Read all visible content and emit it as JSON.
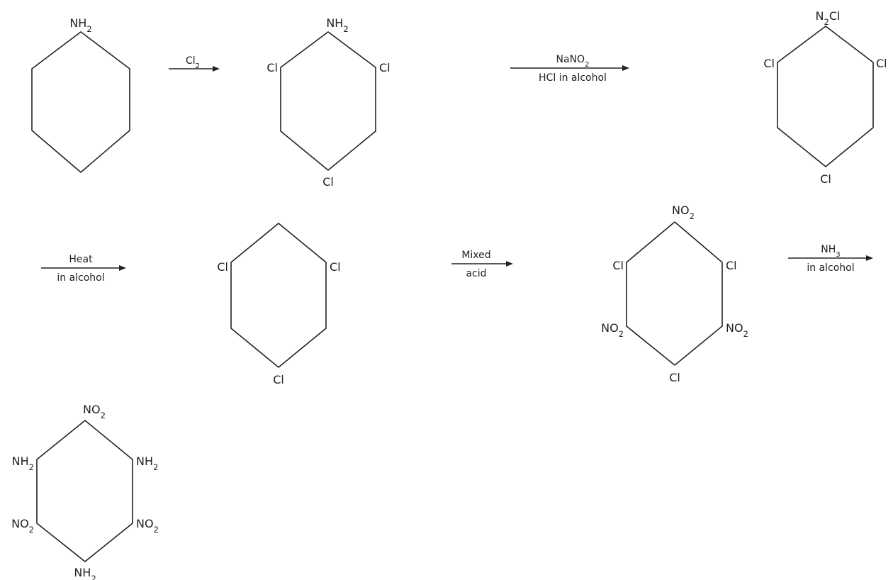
{
  "scheme": {
    "molecules": [
      {
        "id": "aniline",
        "substituents": {
          "top": "NH2"
        }
      },
      {
        "id": "trichloroaniline",
        "substituents": {
          "top": "NH2",
          "upperLeft": "Cl",
          "upperRight": "Cl",
          "bottom": "Cl"
        }
      },
      {
        "id": "trichlorodiazonium",
        "substituents": {
          "top": "N2Cl",
          "upperLeft": "Cl",
          "upperRight": "Cl",
          "bottom": "Cl"
        }
      },
      {
        "id": "trichlorobenzene",
        "substituents": {
          "upperLeft": "Cl",
          "upperRight": "Cl",
          "bottom": "Cl"
        }
      },
      {
        "id": "trichlorotrinitrobenzene",
        "substituents": {
          "top": "NO2",
          "upperLeft": "Cl",
          "upperRight": "Cl",
          "lowerLeft": "NO2",
          "lowerRight": "NO2",
          "bottom": "Cl"
        }
      },
      {
        "id": "triaminotrinitrobenzene",
        "substituents": {
          "top": "NO2",
          "upperLeft": "NH2",
          "upperRight": "NH2",
          "lowerLeft": "NO2",
          "lowerRight": "NO2",
          "bottom": "NH2"
        }
      }
    ],
    "arrows": [
      {
        "id": "step1",
        "above": "Cl2",
        "below": ""
      },
      {
        "id": "step2",
        "above": "NaNO2",
        "below": "HCl in alcohol"
      },
      {
        "id": "step3",
        "above": "Heat",
        "below": "in alcohol"
      },
      {
        "id": "step4",
        "above": "Mixed",
        "below": "acid"
      },
      {
        "id": "step5",
        "above": "NH3",
        "below": "in alcohol"
      }
    ]
  },
  "colors": {
    "ink": "#222222",
    "background": "#ffffff"
  }
}
